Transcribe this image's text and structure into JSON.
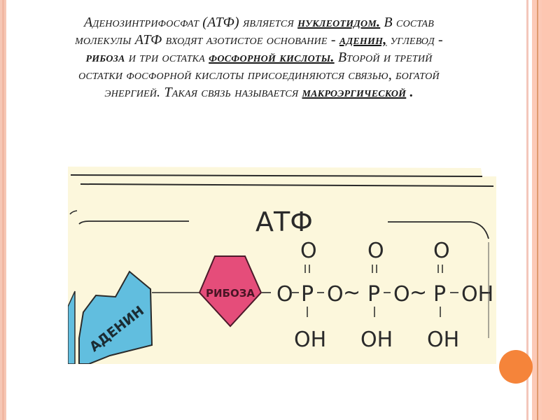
{
  "slide": {
    "paragraph": {
      "line1": [
        "Аденозинтрифосфат (АТФ) является ",
        "нуклеотидом.",
        " В состав"
      ],
      "line2": [
        "молекулы АТФ входят азотистое основание - ",
        "аденин,",
        " углевод -"
      ],
      "line3": [
        "рибоза",
        " и три остатка ",
        "фосфорной кислоты.",
        " Второй и третий"
      ],
      "line4": "остатки фосфорной кислоты присоединяются связью, богатой",
      "line5": [
        "энергией. Такая связь называется  ",
        "макроэргической",
        " ."
      ]
    },
    "diagram": {
      "title": "АТФ",
      "adenine_label": "АДЕНИН",
      "ribose_label": "РИБОЗА",
      "chain": [
        "O",
        "P",
        "O",
        "P",
        "O",
        "P",
        "OH"
      ],
      "bond_high_energy": "~",
      "double_bond_atom": "O",
      "side_group": "OH",
      "colors": {
        "paper": "#fcf7dc",
        "adenine": "#61bedf",
        "ribose": "#e54d7a",
        "ink": "#2a2a2a"
      }
    },
    "decor": {
      "accent_dot": "#f5843a",
      "border_pink": "#fcc9b6",
      "border_orange": "#df9a6f"
    }
  }
}
